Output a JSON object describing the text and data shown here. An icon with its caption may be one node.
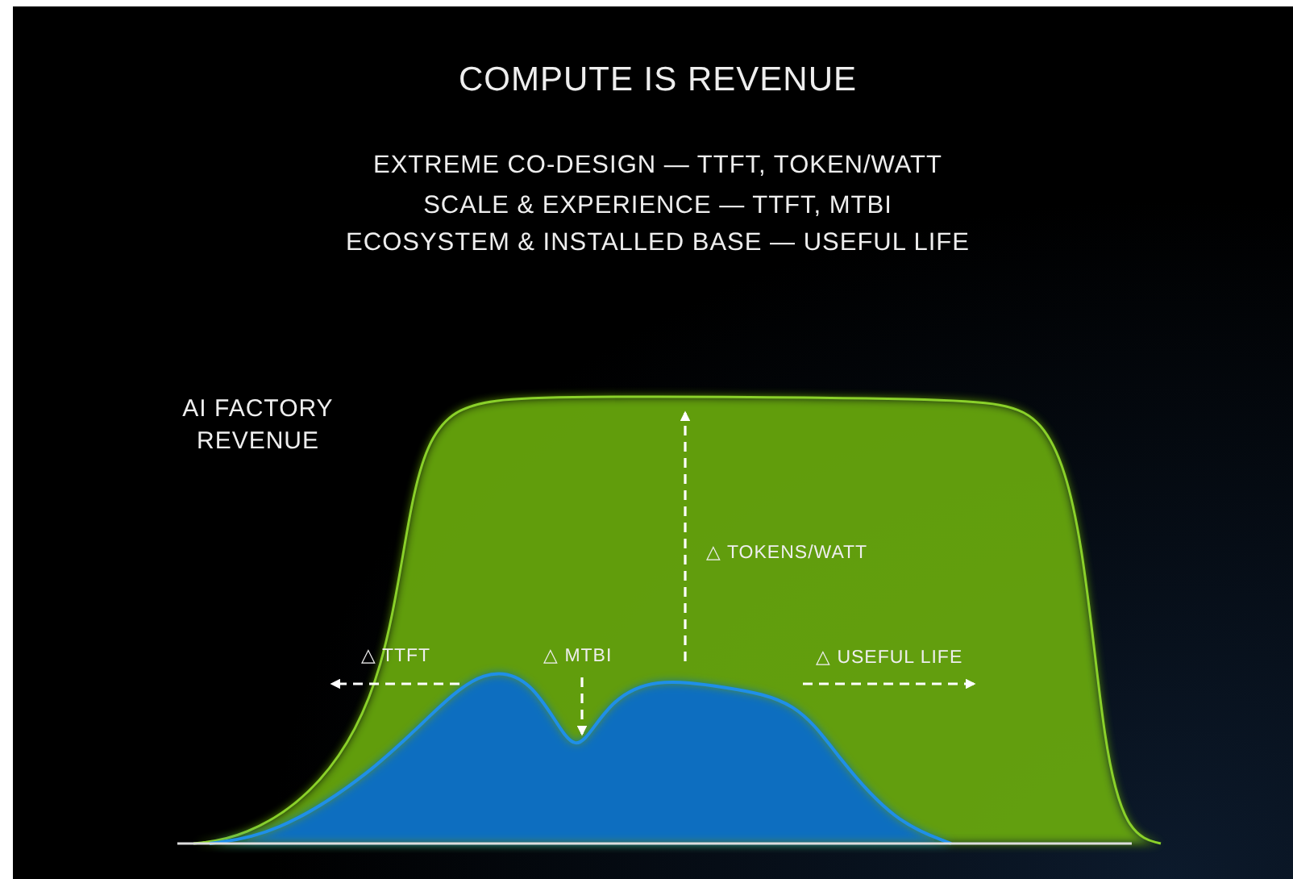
{
  "diagram": {
    "title": "COMPUTE IS REVENUE",
    "labels": [
      "EXTREME CO-DESIGN — TTFT, TOKEN/WATT",
      "SCALE & EXPERIENCE — TTFT, MTBI",
      "ECOSYSTEM & INSTALLED BASE — USEFUL LIFE",
      "AI FACTORY REVENUE",
      "△ TOKENS/WATT",
      "△ TTFT",
      "△ MTBI",
      "△ USEFUL LIFE"
    ]
  }
}
